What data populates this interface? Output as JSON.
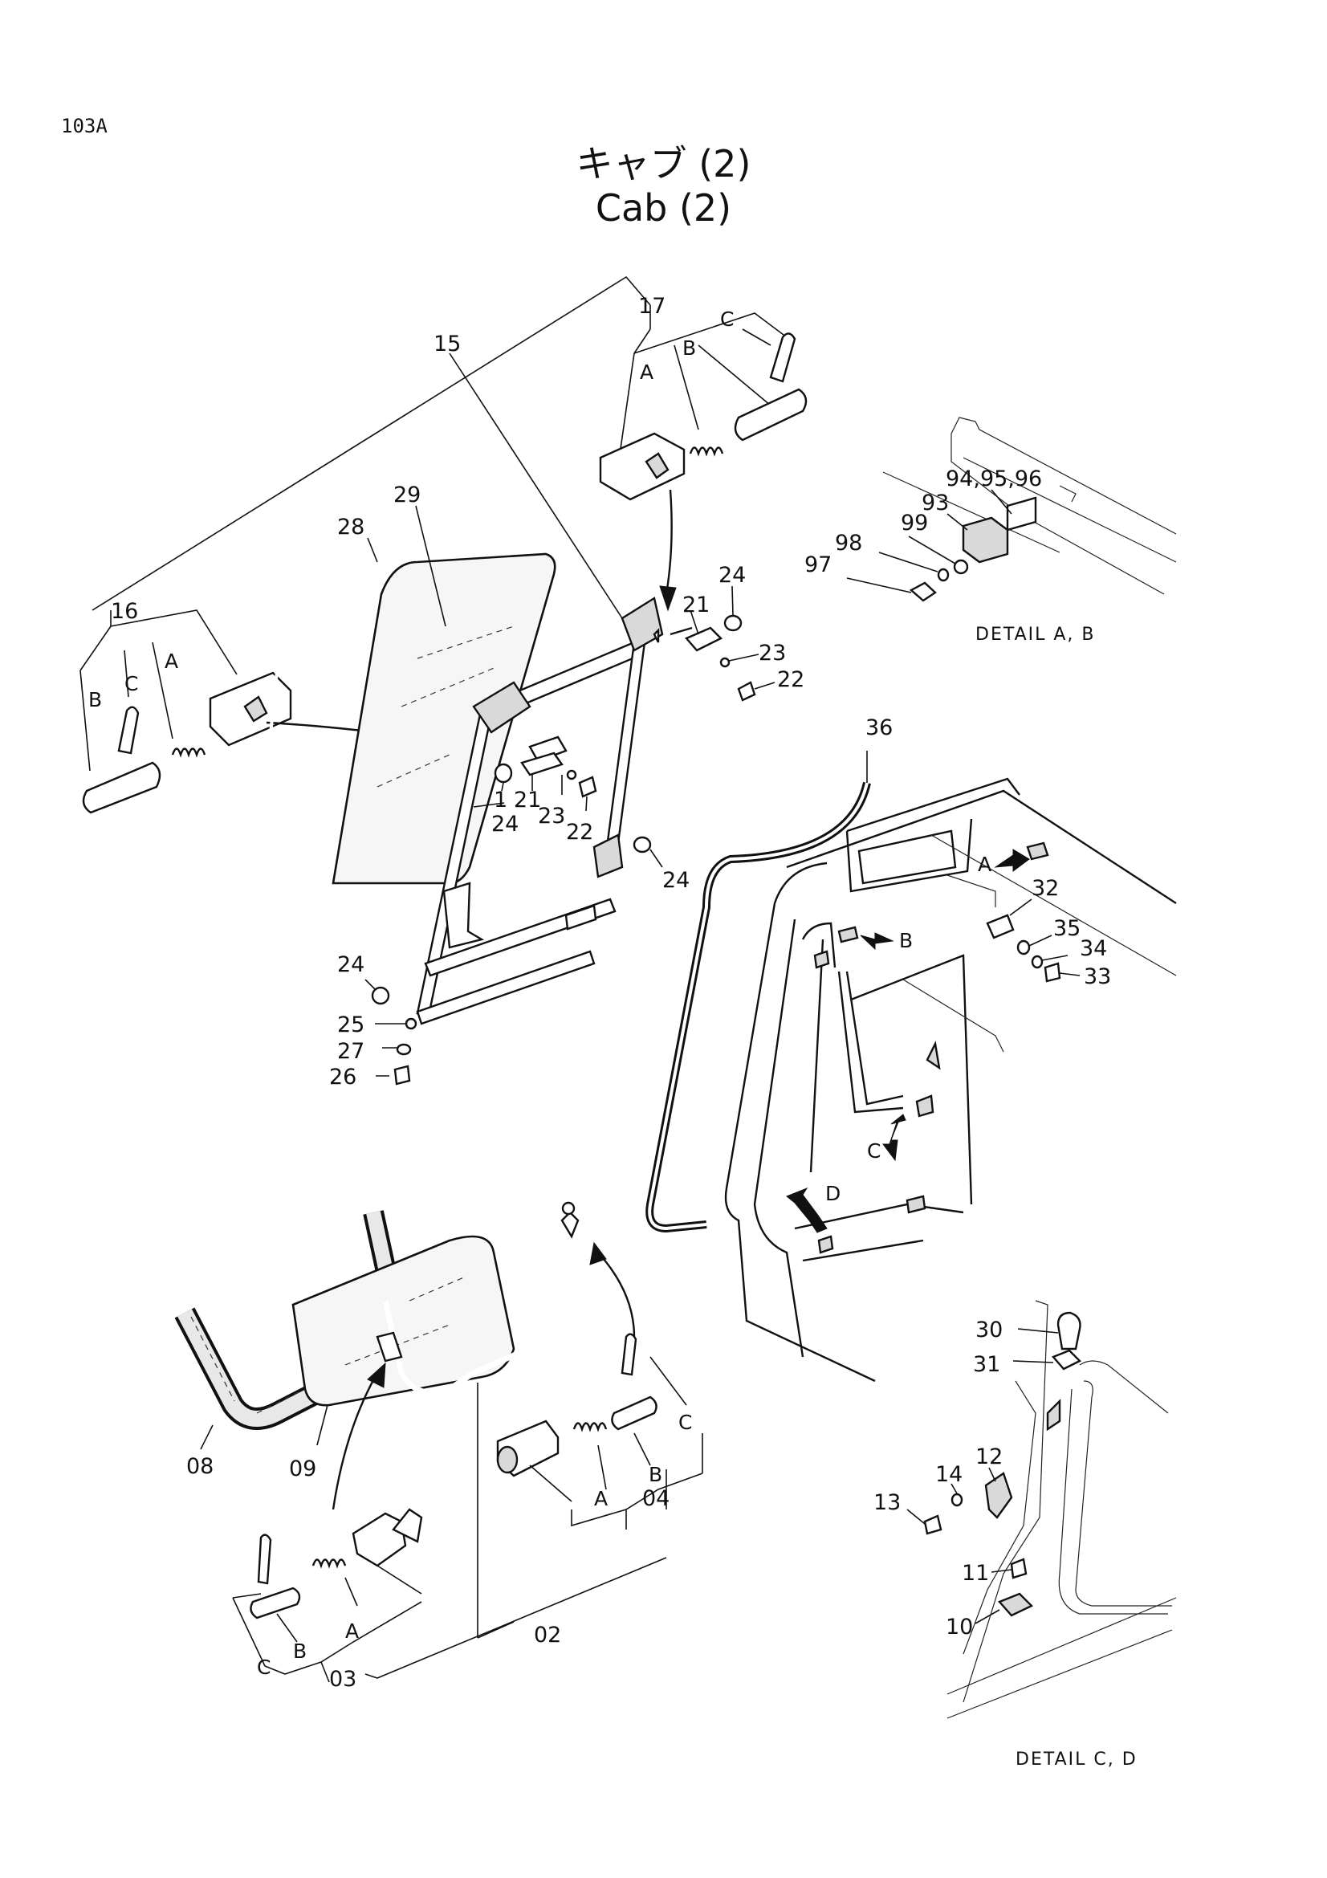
{
  "page_number": "103A",
  "title_ja": "キャブ (2)",
  "title_en": "Cab (2)",
  "details": {
    "ab": "DETAIL A, B",
    "cd": "DETAIL C, D"
  },
  "callouts": {
    "p17": "17",
    "p16": "16",
    "p15": "15",
    "p28": "28",
    "p29": "29",
    "p24a": "24",
    "p24b": "24",
    "p24c": "24",
    "p24d": "24",
    "p21a": "21",
    "p21b": "21",
    "p22a": "22",
    "p22b": "22",
    "p23a": "23",
    "p23b": "23",
    "p1": "1",
    "p25": "25",
    "p26": "26",
    "p27": "27",
    "p36": "36",
    "p94": "94,95,96",
    "p93": "93",
    "p99": "99",
    "p98": "98",
    "p97": "97",
    "p32": "32",
    "p35": "35",
    "p34": "34",
    "p33": "33",
    "p30": "30",
    "p31": "31",
    "p12": "12",
    "p13": "13",
    "p14": "14",
    "p11": "11",
    "p10": "10",
    "p08": "08",
    "p09": "09",
    "p02": "02",
    "p03": "03",
    "p04": "04"
  },
  "sub_labels": {
    "s17a": "A",
    "s17b": "B",
    "s17c": "C",
    "s16a": "A",
    "s16b": "B",
    "s16c": "C",
    "s03a": "A",
    "s03b": "B",
    "s03c": "C",
    "s04a": "A",
    "s04b": "B",
    "s04c": "C",
    "arrA": "A",
    "arrB": "B",
    "arrC": "C",
    "arrD": "D"
  }
}
